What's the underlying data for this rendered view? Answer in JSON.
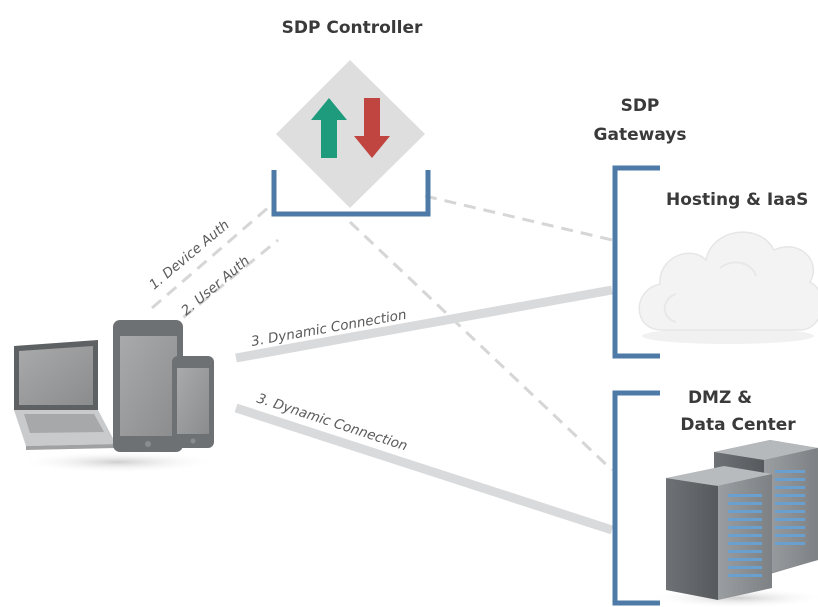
{
  "controller": {
    "title": "SDP Controller"
  },
  "gateways": {
    "title_line1": "SDP",
    "title_line2": "Gateways"
  },
  "hosting": {
    "title": "Hosting & IaaS"
  },
  "dmz": {
    "title_line1": "DMZ &",
    "title_line2": "Data Center"
  },
  "connections": {
    "device_auth": "1. Device Auth",
    "user_auth": "2. User Auth",
    "dynamic_upper": "3. Dynamic Connection",
    "dynamic_lower": "3. Dynamic Connection"
  },
  "colors": {
    "bracket_blue": "#4d7aa6",
    "arrow_green": "#1d9b7c",
    "arrow_red": "#c0443f",
    "line_gray": "#d6d8da",
    "dash_gray": "#d8d8d8"
  },
  "icons": {
    "controller": "up-down-arrows-icon",
    "cloud": "cloud-icon",
    "servers": "server-rack-icon",
    "devices": "laptop-tablet-phone-icon"
  }
}
